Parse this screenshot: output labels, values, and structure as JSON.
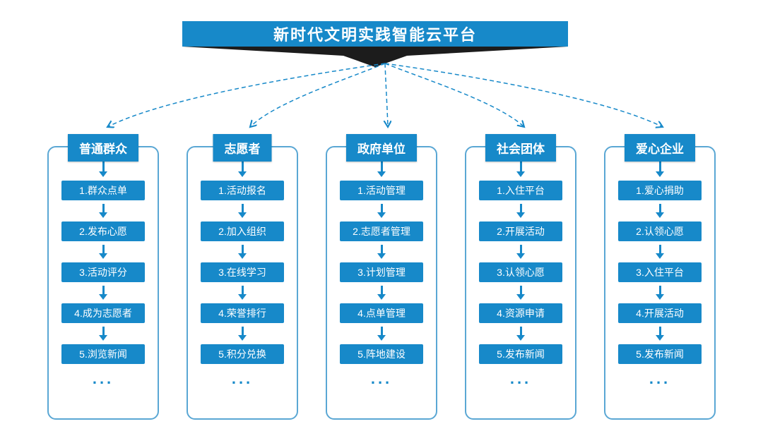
{
  "title": "新时代文明实践智能云平台",
  "ellipsis": "...",
  "colors": {
    "primary": "#1789c9",
    "column_border": "#5aa7d4",
    "wedge": "#1c1c1c"
  },
  "columns": [
    {
      "header": "普通群众",
      "items": [
        "1.群众点单",
        "2.发布心愿",
        "3.活动评分",
        "4.成为志愿者",
        "5.浏览新闻"
      ]
    },
    {
      "header": "志愿者",
      "items": [
        "1.活动报名",
        "2.加入组织",
        "3.在线学习",
        "4.荣誉排行",
        "5.积分兑换"
      ]
    },
    {
      "header": "政府单位",
      "items": [
        "1.活动管理",
        "2.志愿者管理",
        "3.计划管理",
        "4.点单管理",
        "5.阵地建设"
      ]
    },
    {
      "header": "社会团体",
      "items": [
        "1.入住平台",
        "2.开展活动",
        "3.认领心愿",
        "4.资源申请",
        "5.发布新闻"
      ]
    },
    {
      "header": "爱心企业",
      "items": [
        "1.爱心捐助",
        "2.认领心愿",
        "3.入住平台",
        "4.开展活动",
        "5.发布新闻"
      ]
    }
  ]
}
